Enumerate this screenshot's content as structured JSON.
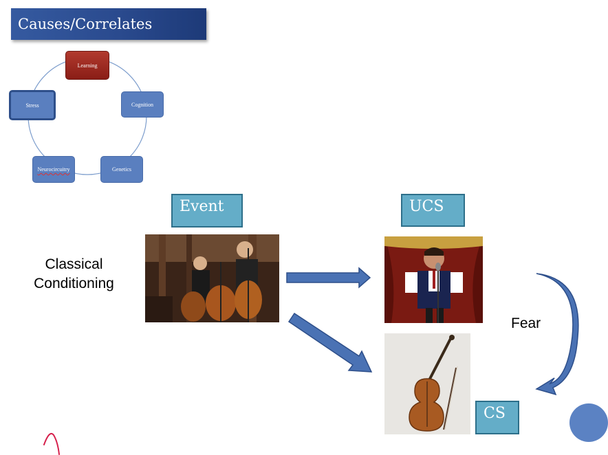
{
  "title": "Causes/Correlates",
  "cycle": {
    "nodes": [
      "Learning",
      "Cognition",
      "Genetics",
      "Neurocircuitry",
      "Stress"
    ]
  },
  "labels": {
    "event": "Event",
    "ucs": "UCS",
    "cs": "CS",
    "classical_line1": "Classical",
    "classical_line2": "Conditioning",
    "fear": "Fear"
  },
  "images": {
    "orchestra": "orchestra-photo",
    "boy": "boy-at-microphone-photo",
    "cello": "cello-photo"
  },
  "colors": {
    "banner": "#2a4a8e",
    "node": "#5a7fbf",
    "node_highlight": "#9b2a20",
    "teal": "#64adc8",
    "arrow": "#4a72b4"
  }
}
